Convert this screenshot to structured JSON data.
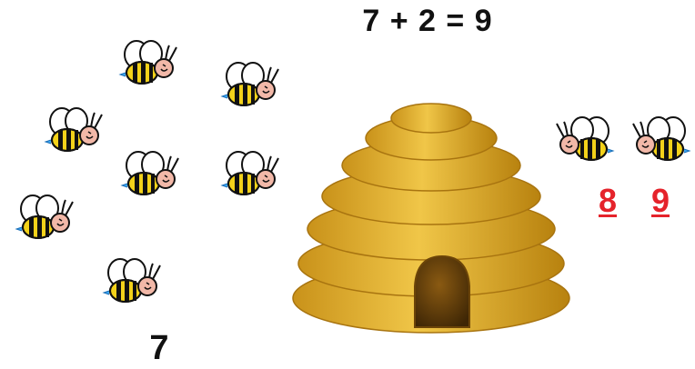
{
  "equation": {
    "text": "7 + 2 = 9"
  },
  "left_group": {
    "count_label": "7",
    "bee_count": 7,
    "bee_icon": "bee-icon"
  },
  "right_group": {
    "bee_count": 2,
    "counting_labels": [
      "8",
      "9"
    ],
    "label_color": "#e5232b"
  },
  "hive": {
    "icon": "beehive-icon",
    "body_color": "#e8b830",
    "door_color": "#5a3a0a"
  }
}
